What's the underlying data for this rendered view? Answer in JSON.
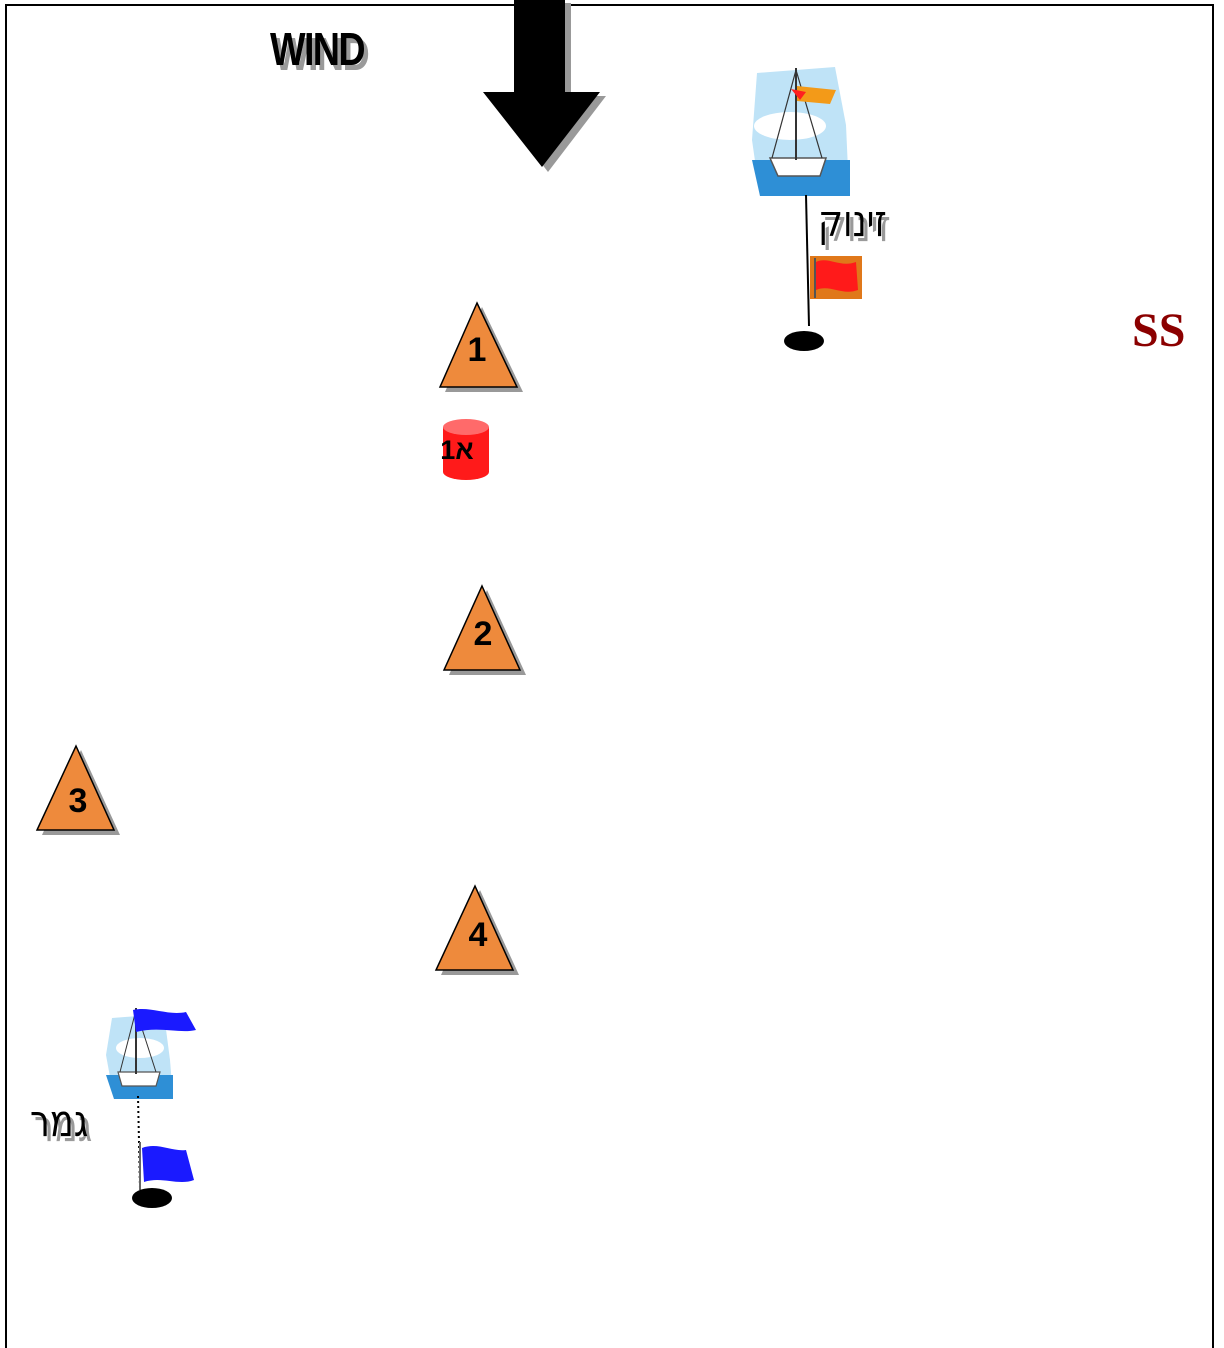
{
  "wind": {
    "label": "WIND"
  },
  "start": {
    "label": "זינוק"
  },
  "finish": {
    "label": "גמר"
  },
  "committee": {
    "label": "SS"
  },
  "marks": [
    {
      "id": "1",
      "label": "1",
      "color": "#ee8a3c"
    },
    {
      "id": "2",
      "label": "2",
      "color": "#ee8a3c"
    },
    {
      "id": "3",
      "label": "3",
      "color": "#ee8a3c"
    },
    {
      "id": "4",
      "label": "4",
      "color": "#ee8a3c"
    }
  ],
  "offset_buoy": {
    "label": "1א",
    "color": "#ff1a1a"
  },
  "colors": {
    "start_flag": "#ff1a1a",
    "start_flag_bg": "#e0781a",
    "finish_flag": "#1a1aff",
    "buoy_base": "#000000",
    "committee_text": "#8b0000"
  },
  "icons": [
    "wind-arrow-icon",
    "sailboat-icon",
    "red-flag-icon",
    "blue-flag-icon",
    "pin-buoy-icon"
  ]
}
